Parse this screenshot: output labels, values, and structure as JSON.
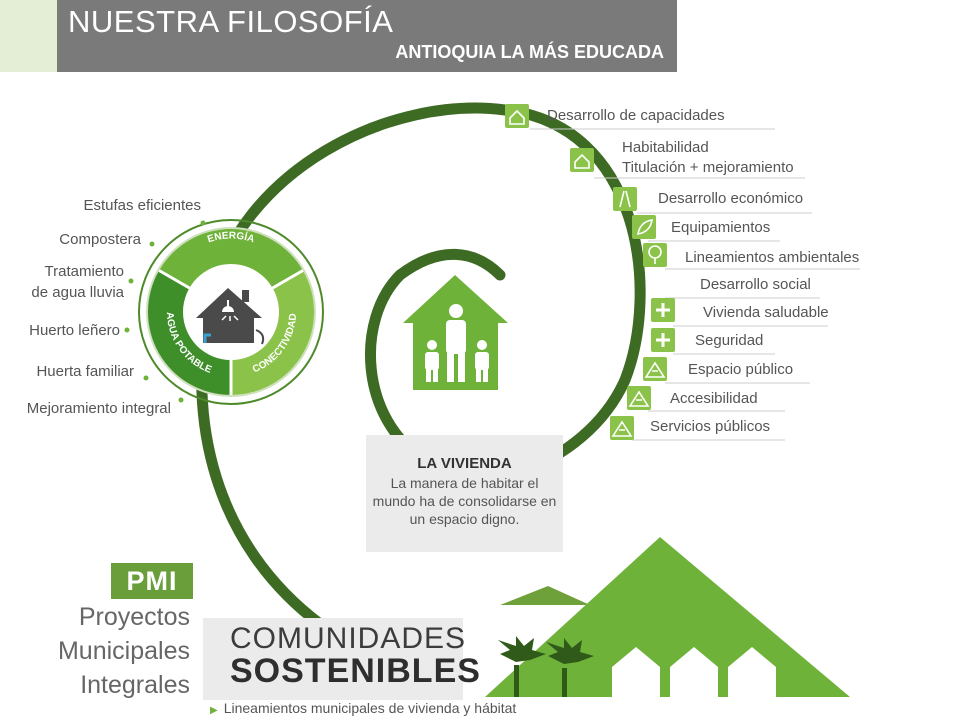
{
  "header": {
    "title": "NUESTRA FILOSOFÍA",
    "subtitle": "ANTIOQUIA LA MÁS EDUCADA"
  },
  "colors": {
    "dark_green": "#3e6b23",
    "mid_green": "#6fb23a",
    "light_green": "#8bc34a",
    "header_gray": "#7a7a7a"
  },
  "left_labels": [
    "Estufas eficientes",
    "Compostera",
    "Tratamiento",
    "de agua lluvia",
    "Huerto leñero",
    "Huerta familiar",
    "Mejoramiento integral"
  ],
  "wheel": {
    "segment_top": "ENERGÍA",
    "segment_left": "AGUA POTABLE",
    "segment_right": "CONECTIVIDAD"
  },
  "right_items": [
    {
      "label": "Desarrollo de capacidades",
      "icon": "house-icon"
    },
    {
      "label": "Habitabilidad",
      "icon": "house-icon"
    },
    {
      "label": "Titulación + mejoramiento",
      "icon": ""
    },
    {
      "label": "Desarrollo económico",
      "icon": "road-icon"
    },
    {
      "label": "Equipamientos",
      "icon": "leaf-icon"
    },
    {
      "label": "Lineamientos ambientales",
      "icon": "tree-icon"
    },
    {
      "label": "Desarrollo social",
      "icon": ""
    },
    {
      "label": "Vivienda saludable",
      "icon": "plus-icon"
    },
    {
      "label": "Seguridad",
      "icon": "plus-icon"
    },
    {
      "label": "Espacio público",
      "icon": "road-icon"
    },
    {
      "label": "Accesibilidad",
      "icon": "road-icon"
    },
    {
      "label": "Servicios públicos",
      "icon": "road-icon"
    }
  ],
  "vivienda": {
    "title": "LA VIVIENDA",
    "description": "La manera de habitar el mundo ha de consolidarse en un espacio digno."
  },
  "pmi": {
    "badge": "PMI",
    "line1": "Proyectos",
    "line2": "Municipales",
    "line3": "Integrales"
  },
  "comunidades": {
    "line1": "COMUNIDADES",
    "line2": "SOSTENIBLES",
    "caption": "Lineamientos municipales de vivienda y hábitat"
  }
}
